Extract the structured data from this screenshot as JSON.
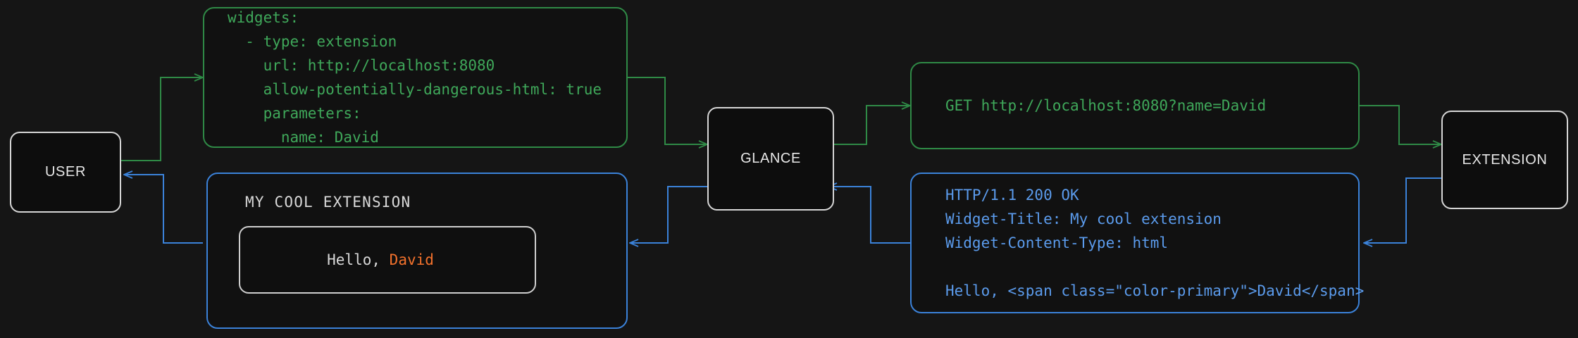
{
  "theme": {
    "background": "#151515",
    "request_color": "#3fa85a",
    "response_color": "#5b9bec",
    "node_border": "#d6d6d6",
    "node_text": "#e8e8e8",
    "accent_primary": "#f2712c",
    "widget_text": "#d8d8d8"
  },
  "nodes": {
    "user": {
      "label": "USER"
    },
    "glance": {
      "label": "GLANCE"
    },
    "extension": {
      "label": "EXTENSION"
    }
  },
  "panels": {
    "config": {
      "title": "widget-configuration-yaml",
      "lines": [
        "widgets:",
        "  - type: extension",
        "    url: http://localhost:8080",
        "    allow-potentially-dangerous-html: true",
        "    parameters:",
        "      name: David"
      ],
      "text": "widgets:\n  - type: extension\n    url: http://localhost:8080\n    allow-potentially-dangerous-html: true\n    parameters:\n      name: David"
    },
    "request": {
      "title": "http-request",
      "lines": [
        "GET http://localhost:8080?name=David"
      ],
      "text": "GET http://localhost:8080?name=David"
    },
    "response": {
      "title": "http-response",
      "lines": [
        "HTTP/1.1 200 OK",
        "Widget-Title: My cool extension",
        "Widget-Content-Type: html",
        "",
        "Hello, <span class=\"color-primary\">David</span>"
      ],
      "status_line": "HTTP/1.1 200 OK",
      "header_title": "Widget-Title: My cool extension",
      "header_content_type": "Widget-Content-Type: html",
      "body": "Hello, <span class=\"color-primary\">David</span>"
    },
    "rendered_widget": {
      "title": "MY COOL EXTENSION",
      "greeting_prefix": "Hello, ",
      "greeting_name": "David"
    }
  },
  "flows": {
    "request_label": "request-path",
    "response_label": "response-path"
  }
}
